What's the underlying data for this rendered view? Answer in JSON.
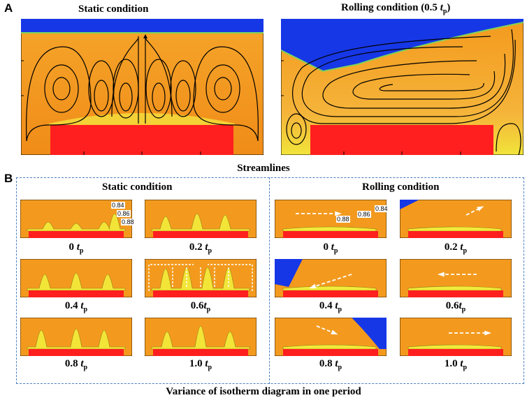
{
  "panel_a": {
    "letter": "A",
    "left_title": "Static condition",
    "right_title_main": "Rolling condition (0.5 ",
    "right_title_t": "t",
    "right_title_sub": "p",
    "right_title_end": ")",
    "caption": "Streamlines"
  },
  "panel_b": {
    "letter": "B",
    "static_title": "Static condition",
    "rolling_title": "Rolling condition",
    "caption": "Variance of isotherm diagram in one period",
    "static_labels": [
      {
        "num": "0 ",
        "t": "t",
        "sub": "p"
      },
      {
        "num": "0.2 ",
        "t": "t",
        "sub": "p"
      },
      {
        "num": "0.4 ",
        "t": "t",
        "sub": "p"
      },
      {
        "num": "0.6",
        "t": "t",
        "sub": "p"
      },
      {
        "num": "0.8 ",
        "t": "t",
        "sub": "p"
      },
      {
        "num": "1.0 ",
        "t": "t",
        "sub": "p"
      }
    ],
    "rolling_labels": [
      {
        "num": "0 ",
        "t": "t",
        "sub": "p"
      },
      {
        "num": "0.2 ",
        "t": "t",
        "sub": "p"
      },
      {
        "num": "0.4 ",
        "t": "t",
        "sub": "p"
      },
      {
        "num": "0.6",
        "t": "t",
        "sub": "p"
      },
      {
        "num": "0.8 ",
        "t": "t",
        "sub": "p"
      },
      {
        "num": "1.0 ",
        "t": "t",
        "sub": "p"
      }
    ],
    "static_isotherms": [
      "0.84",
      "0.86",
      "0.88"
    ],
    "rolling_isotherms": [
      "0.88",
      "0.86",
      "0.84"
    ]
  },
  "colors": {
    "fluid": "#f39a1e",
    "fluid_light": "#f6b63a",
    "hot_layer": "#f2ea3a",
    "heater": "#ff1f1f",
    "liquid_top": "#1637e6",
    "dash": "#4a7fc1"
  }
}
